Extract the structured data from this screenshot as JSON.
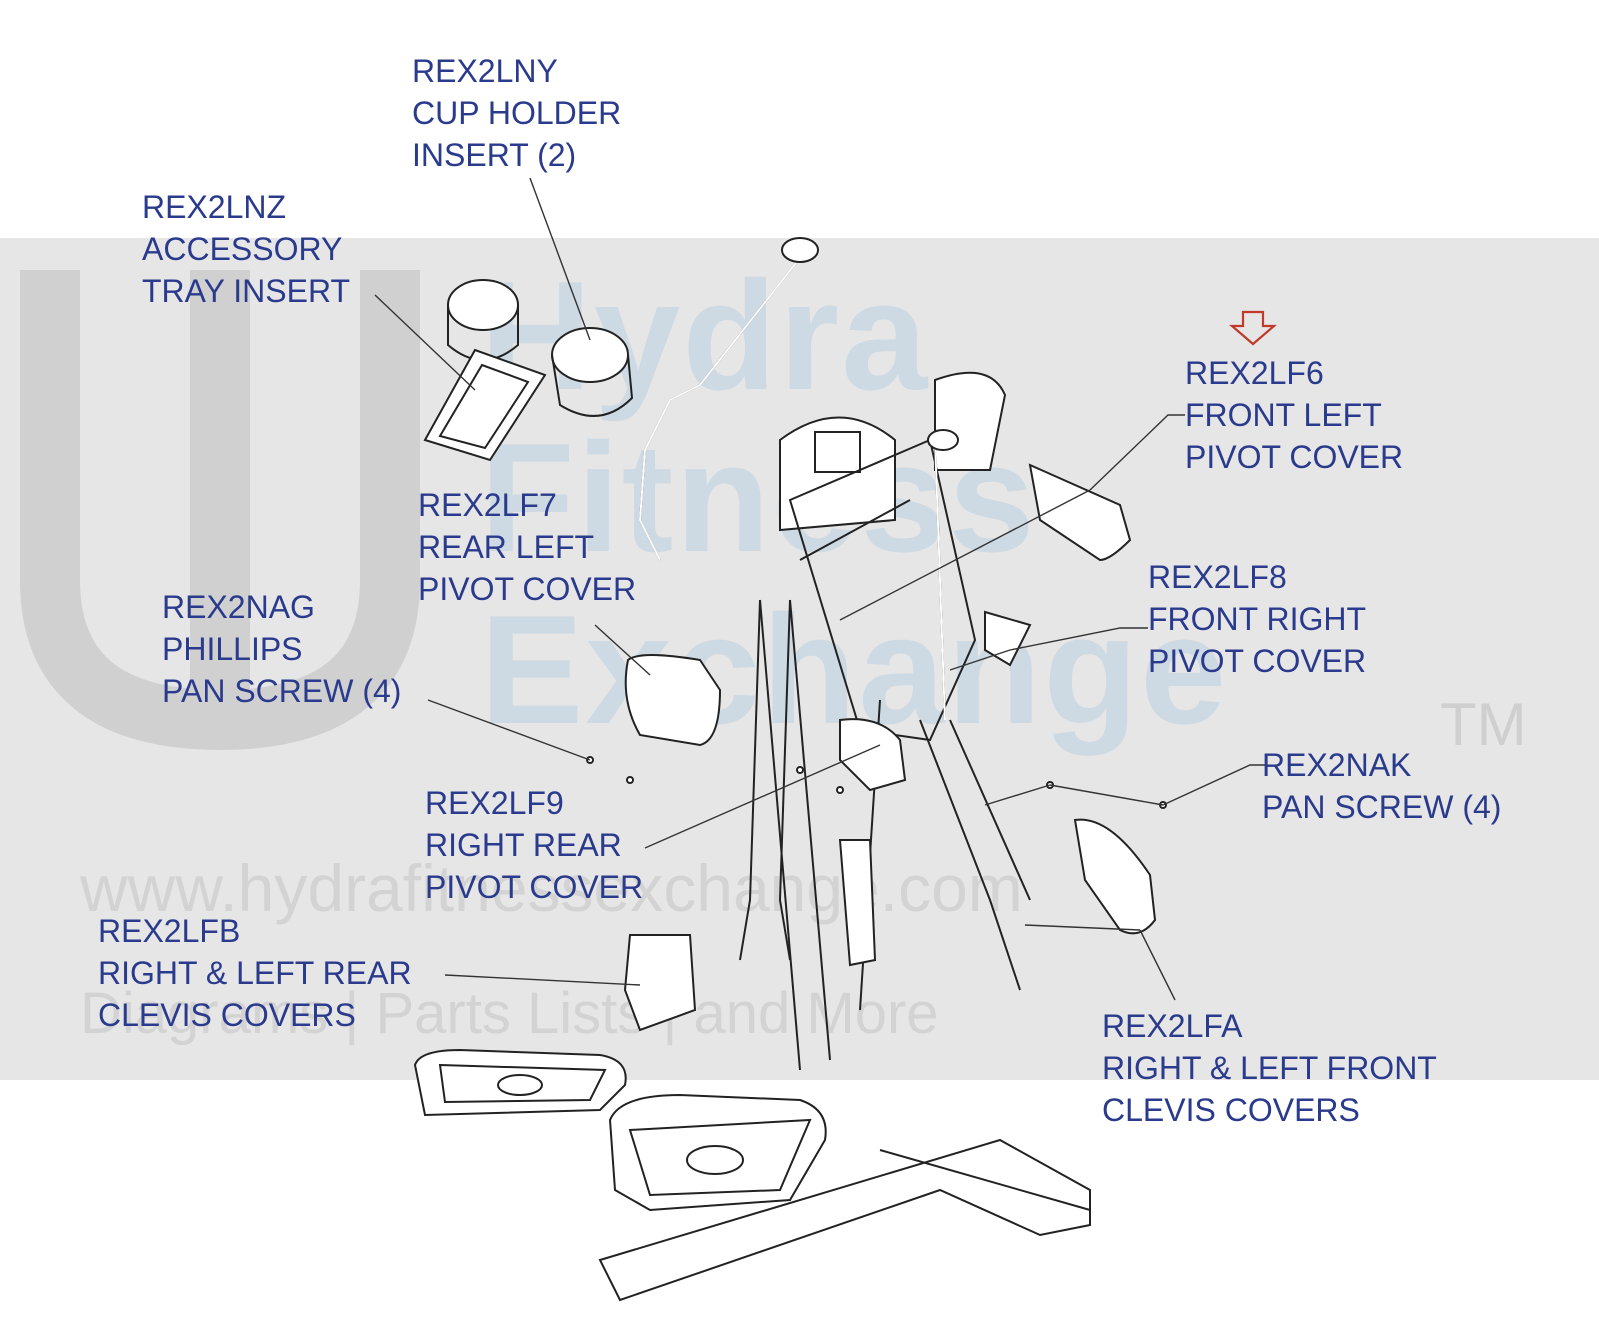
{
  "watermark": {
    "words": [
      "Hydra",
      "Fitness",
      "Exchange"
    ],
    "trademark": "TM",
    "url": "www.hydrafitnessexchange.com",
    "tagline": "Diagrams | Parts Lists | and More"
  },
  "callouts": [
    {
      "id": "rex2lny",
      "part": "REX2LNY",
      "lines": [
        "CUP HOLDER",
        "INSERT (2)"
      ]
    },
    {
      "id": "rex2lnz",
      "part": "REX2LNZ",
      "lines": [
        "ACCESSORY",
        "TRAY INSERT"
      ]
    },
    {
      "id": "rex2lf6",
      "part": "REX2LF6",
      "lines": [
        "FRONT LEFT",
        "PIVOT COVER"
      ]
    },
    {
      "id": "rex2lf7",
      "part": "REX2LF7",
      "lines": [
        "REAR LEFT",
        "PIVOT COVER"
      ]
    },
    {
      "id": "rex2nag",
      "part": "REX2NAG",
      "lines": [
        "PHILLIPS",
        "PAN SCREW (4)"
      ]
    },
    {
      "id": "rex2lf8",
      "part": "REX2LF8",
      "lines": [
        "FRONT RIGHT",
        "PIVOT COVER"
      ]
    },
    {
      "id": "rex2nak",
      "part": "REX2NAK",
      "lines": [
        "PAN SCREW (4)"
      ]
    },
    {
      "id": "rex2lf9",
      "part": "REX2LF9",
      "lines": [
        "RIGHT REAR",
        "PIVOT COVER"
      ]
    },
    {
      "id": "rex2lfb",
      "part": "REX2LFB",
      "lines": [
        "RIGHT & LEFT REAR",
        "CLEVIS COVERS"
      ]
    },
    {
      "id": "rex2lfa",
      "part": "REX2LFA",
      "lines": [
        "RIGHT & LEFT FRONT",
        "CLEVIS COVERS"
      ]
    }
  ],
  "colors": {
    "label": "#2a3a8c",
    "highlight_arrow": "#c0392b",
    "band": "#e6e6e6"
  },
  "icons": {
    "highlight": "down-arrow-outline-icon"
  }
}
